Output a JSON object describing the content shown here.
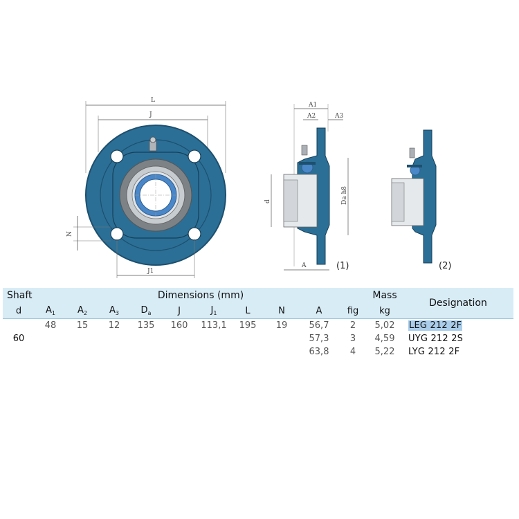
{
  "drawing": {
    "front_view_labels": {
      "L": "L",
      "J": "J",
      "J1": "J1",
      "N": "N"
    },
    "side_view_labels": {
      "A1": "A1",
      "A2": "A2",
      "A3": "A3",
      "d": "d",
      "Da": "Da h8",
      "A": "A"
    },
    "fig_labels": [
      "(1)",
      "(2)"
    ],
    "colors": {
      "housing": "#2b6f96",
      "housing_dark": "#1d4f6e",
      "bore_ring": "#4a87c8",
      "insert": "#dfe3e6",
      "line": "#555555"
    }
  },
  "table": {
    "group_headers": {
      "shaft": "Shaft",
      "dimensions": "Dimensions (mm)",
      "mass": "Mass",
      "designation": "Designation"
    },
    "sub_headers": {
      "d": "d",
      "A1": {
        "base": "A",
        "sub": "1"
      },
      "A2": {
        "base": "A",
        "sub": "2"
      },
      "A3": {
        "base": "A",
        "sub": "3"
      },
      "Da": {
        "base": "D",
        "sub": "a"
      },
      "J": "J",
      "J1": {
        "base": "J",
        "sub": "1"
      },
      "L": "L",
      "N": "N",
      "A": "A",
      "fig": "fig",
      "kg": "kg"
    },
    "shaft_d": "60",
    "common": {
      "A1": "48",
      "A2": "15",
      "A3": "12",
      "Da": "135",
      "J": "160",
      "J1": "113,1",
      "L": "195",
      "N": "19"
    },
    "rows": [
      {
        "A": "56,7",
        "fig": "2",
        "kg": "5,02",
        "designation": "LEG 212 2F",
        "highlight": true
      },
      {
        "A": "57,3",
        "fig": "3",
        "kg": "4,59",
        "designation": "UYG 212 2S",
        "highlight": false
      },
      {
        "A": "63,8",
        "fig": "4",
        "kg": "5,22",
        "designation": "LYG 212 2F",
        "highlight": false
      }
    ]
  }
}
